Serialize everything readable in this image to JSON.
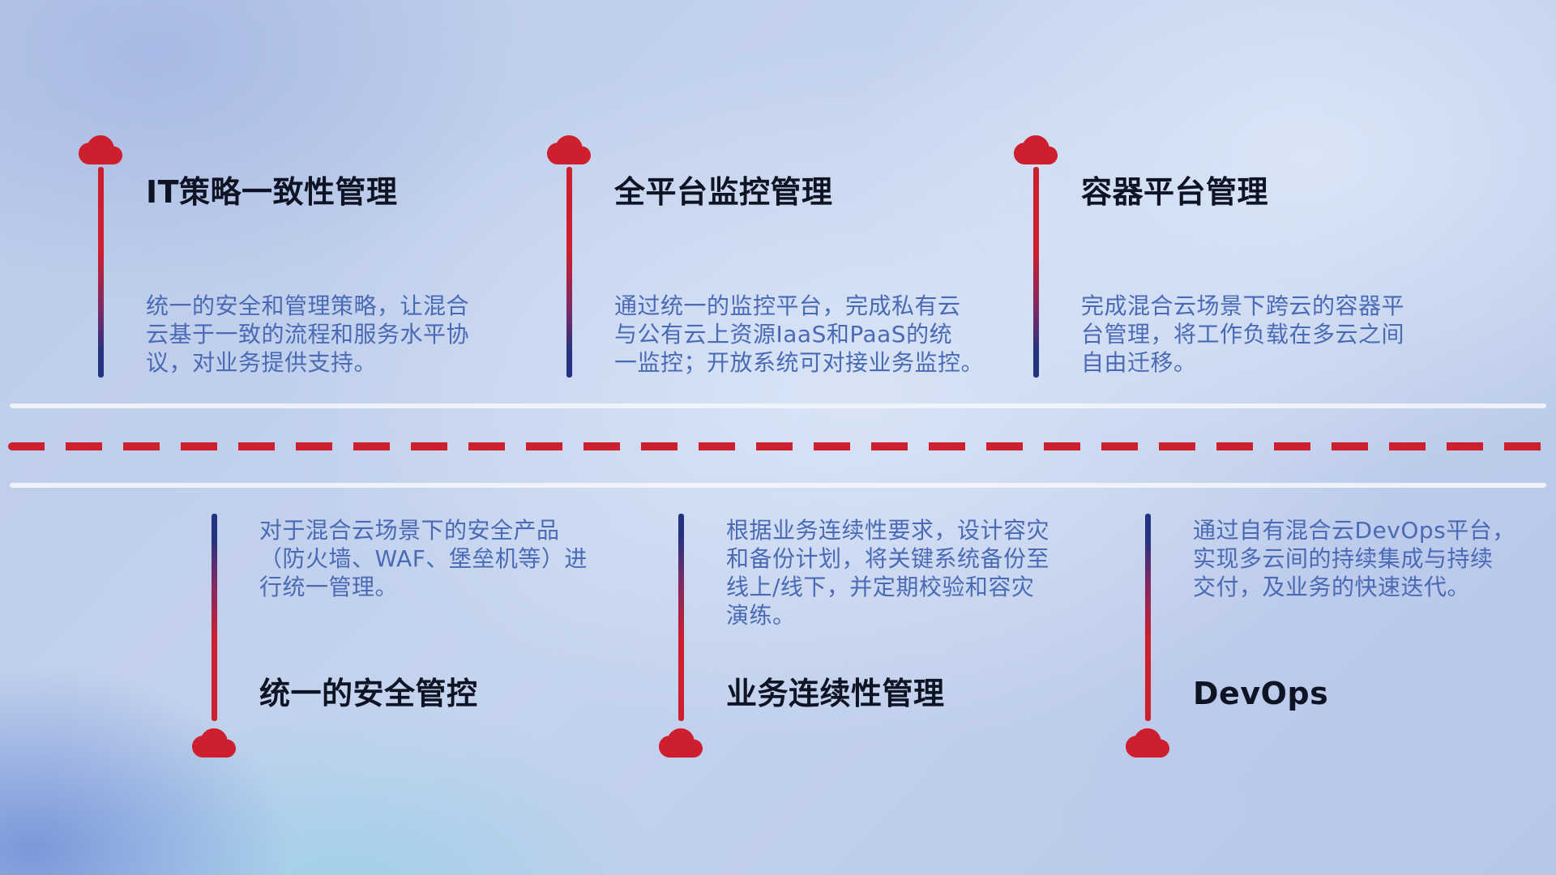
{
  "colors": {
    "red": "#cd1f2d",
    "pole_blue": "#24337f",
    "desc_blue": "#4a6ab5",
    "title_dark": "#0f1424",
    "rail_white": "#f2f4f8"
  },
  "items_top": [
    {
      "title": "IT策略一致性管理",
      "description": "统一的安全和管理策略，让混合\n云基于一致的流程和服务水平协\n议，对业务提供支持。"
    },
    {
      "title": "全平台监控管理",
      "description": "通过统一的监控平台，完成私有云\n与公有云上资源IaaS和PaaS的统\n一监控；开放系统可对接业务监控。"
    },
    {
      "title": "容器平台管理",
      "description": "完成混合云场景下跨云的容器平\n台管理，将工作负载在多云之间\n自由迁移。"
    }
  ],
  "items_bottom": [
    {
      "title": "统一的安全管控",
      "description": "对于混合云场景下的安全产品\n（防火墙、WAF、堡垒机等）进\n行统一管理。"
    },
    {
      "title": "业务连续性管理",
      "description": "根据业务连续性要求，设计容灾\n和备份计划，将关键系统备份至\n线上/线下，并定期校验和容灾\n演练。"
    },
    {
      "title": "DevOps",
      "description": "通过自有混合云DevOps平台，\n实现多云间的持续集成与持续\n交付，及业务的快速迭代。"
    }
  ]
}
